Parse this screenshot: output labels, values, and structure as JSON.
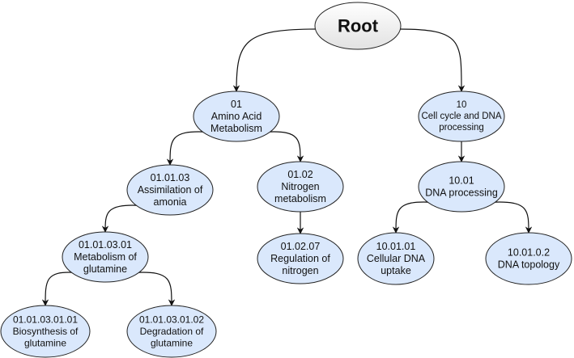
{
  "nodes": [
    {
      "id": "root",
      "lines": [
        "Root"
      ]
    },
    {
      "id": "n01",
      "lines": [
        "01",
        "Amino Acid",
        "Metabolism"
      ]
    },
    {
      "id": "n10",
      "lines": [
        "10",
        "Cell cycle and DNA",
        "processing"
      ]
    },
    {
      "id": "n010103",
      "lines": [
        "01.01.03",
        "Assimilation of",
        "amonia"
      ]
    },
    {
      "id": "n0102",
      "lines": [
        "01.02",
        "Nitrogen",
        "metabolism"
      ]
    },
    {
      "id": "n1001",
      "lines": [
        "10.01",
        "DNA processing"
      ]
    },
    {
      "id": "n01010301",
      "lines": [
        "01.01.03.01",
        "Metabolism of",
        "glutamine"
      ]
    },
    {
      "id": "n010207",
      "lines": [
        "01.02.07",
        "Regulation of",
        "nitrogen"
      ]
    },
    {
      "id": "n100101",
      "lines": [
        "10.01.01",
        "Cellular DNA",
        "uptake"
      ]
    },
    {
      "id": "n10012",
      "lines": [
        "10.01.0.2",
        "DNA topology"
      ]
    },
    {
      "id": "n0101030101",
      "lines": [
        "01.01.03.01.01",
        "Biosynthesis of",
        "glutamine"
      ]
    },
    {
      "id": "n0101030102",
      "lines": [
        "01.01.03.01.02",
        "Degradation of",
        "glutamine"
      ]
    }
  ],
  "edges": [
    [
      "root",
      "n01"
    ],
    [
      "root",
      "n10"
    ],
    [
      "n01",
      "n010103"
    ],
    [
      "n01",
      "n0102"
    ],
    [
      "n10",
      "n1001"
    ],
    [
      "n010103",
      "n01010301"
    ],
    [
      "n0102",
      "n010207"
    ],
    [
      "n1001",
      "n100101"
    ],
    [
      "n1001",
      "n10012"
    ],
    [
      "n01010301",
      "n0101030101"
    ],
    [
      "n01010301",
      "n0101030102"
    ]
  ],
  "colors": {
    "node_fill": "#dae8fc",
    "node_stroke": "#222222",
    "root_fill_top": "#ffffff",
    "root_fill_bottom": "#e2e2e2",
    "edge": "#111111"
  }
}
